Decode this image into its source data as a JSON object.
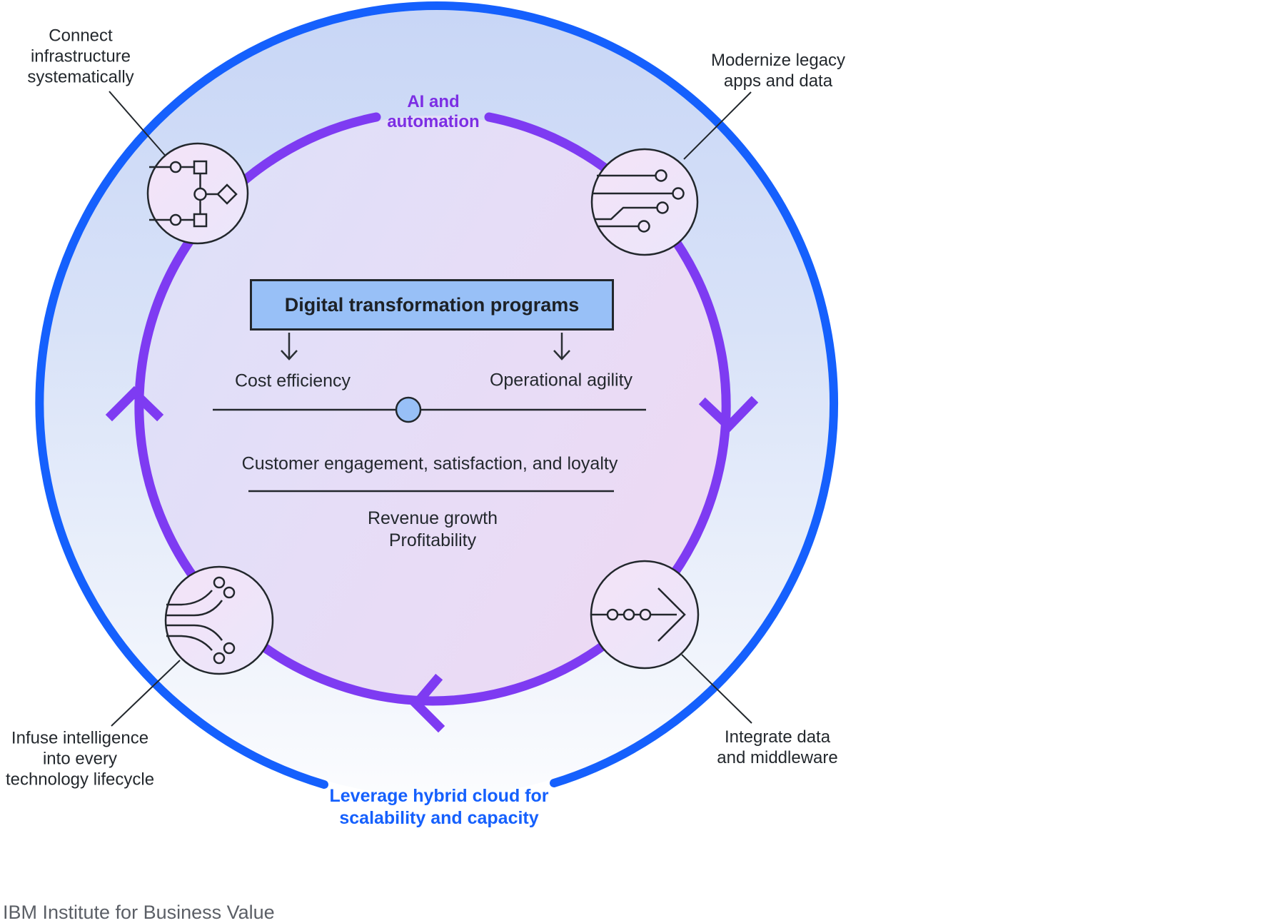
{
  "title_box": {
    "label": "Digital transformation programs"
  },
  "ring_labels": {
    "inner": {
      "line1": "AI and",
      "line2": "automation"
    },
    "outer": {
      "line1": "Leverage hybrid cloud for",
      "line2": "scalability and capacity"
    }
  },
  "outcomes": {
    "left": "Cost efficiency",
    "right": "Operational agility"
  },
  "balance": {
    "label": "Customer engagement, satisfaction, and loyalty"
  },
  "results": {
    "line1": "Revenue growth",
    "line2": "Profitability"
  },
  "nodes": {
    "top_left": {
      "line1": "Connect",
      "line2": "infrastructure",
      "line3": "systematically",
      "icon": "workflow-icon"
    },
    "top_right": {
      "line1": "Modernize legacy",
      "line2": "apps and data",
      "icon": "circuit-traces-icon"
    },
    "bottom_left": {
      "line1": "Infuse intelligence",
      "line2": "into every",
      "line3": "technology lifecycle",
      "icon": "branching-paths-icon"
    },
    "bottom_right": {
      "line1": "Integrate data",
      "line2": "and middleware",
      "icon": "pipeline-arrow-icon"
    }
  },
  "footer": {
    "label": "IBM Institute for Business Value"
  },
  "colors": {
    "blue": "#1560fd",
    "purple": "#7e3bf2",
    "purple_text": "#7c2ee4",
    "box_fill": "#98c0f7",
    "fulcrum_fill": "#98c0f7",
    "ink": "#23282d",
    "footer_gray": "#5b5f66"
  }
}
